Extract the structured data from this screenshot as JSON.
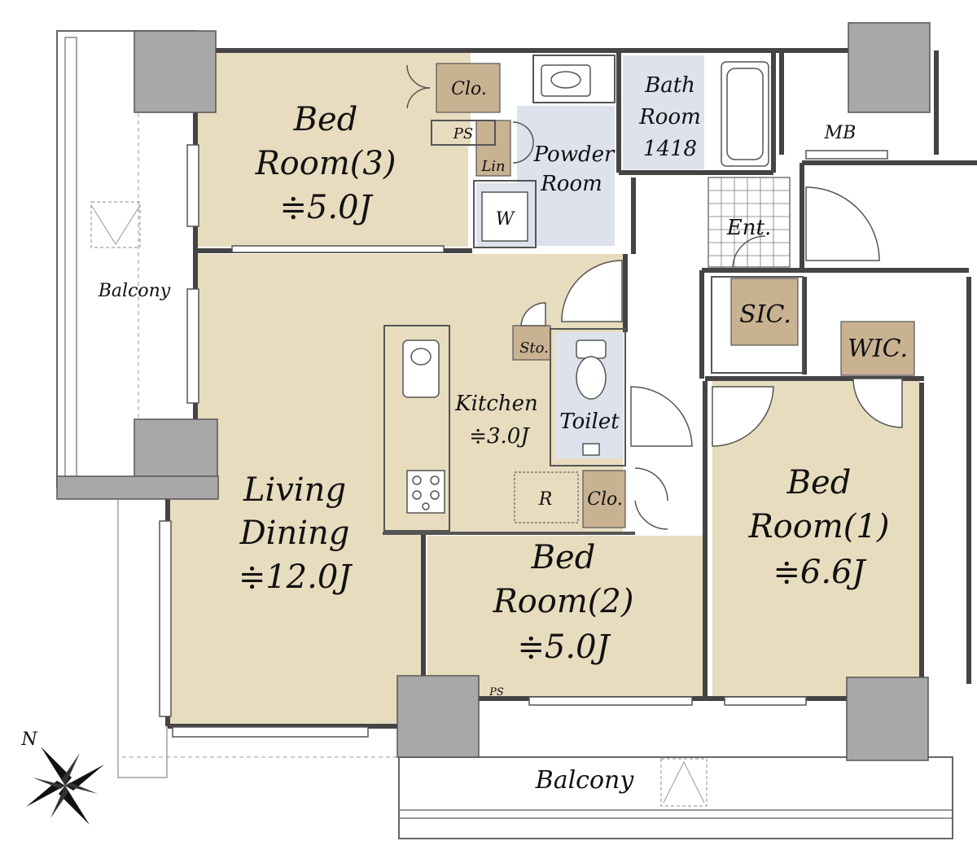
{
  "colors": {
    "room_fill": "#e8dcbf",
    "closet_fill": "#c9b292",
    "wet_fill": "#dde2ec",
    "column_fill": "#a8a8a8",
    "wall": "#444444"
  },
  "icons": [
    "compass-icon",
    "sink-icon",
    "stove-icon",
    "bathtub-icon",
    "toilet-icon",
    "washbasin-icon"
  ],
  "rooms": {
    "bedroom3": {
      "line1": "Bed",
      "line2": "Room(3)",
      "area": "≑5.0J"
    },
    "bedroom2": {
      "line1": "Bed",
      "line2": "Room(2)",
      "area": "≑5.0J"
    },
    "bedroom1": {
      "line1": "Bed",
      "line2": "Room(1)",
      "area": "≑6.6J"
    },
    "living": {
      "line1": "Living",
      "line2": "Dining",
      "area": "≑12.0J"
    },
    "kitchen": {
      "label": "Kitchen",
      "area": "≑3.0J"
    },
    "bath": {
      "line1": "Bath",
      "line2": "Room",
      "line3": "1418"
    },
    "powder": {
      "line1": "Powder",
      "line2": "Room"
    },
    "toilet": {
      "label": "Toilet"
    },
    "entrance": {
      "label": "Ent."
    },
    "sic": {
      "label": "SIC."
    },
    "wic": {
      "label": "WIC."
    },
    "closet_top": {
      "label": "Clo."
    },
    "closet_mid": {
      "label": "Clo."
    },
    "linen": {
      "label": "Lin"
    },
    "storage": {
      "label": "Sto."
    },
    "ps_top": {
      "label": "PS"
    },
    "ps_bottom": {
      "label": "PS"
    },
    "mb": {
      "label": "MB"
    },
    "washer": {
      "label": "W"
    },
    "fridge": {
      "label": "R"
    }
  },
  "balconies": {
    "west": "Balcony",
    "south": "Balcony"
  },
  "compass": {
    "label": "N"
  }
}
